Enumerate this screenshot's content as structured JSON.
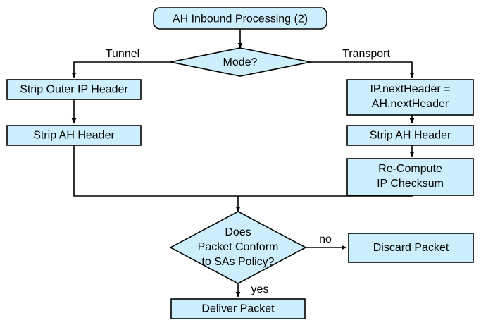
{
  "diagram": {
    "title": "AH Inbound Processing (2)",
    "palette": {
      "node_fill": "#cdeefd",
      "node_stroke": "#000000",
      "background": "#ffffff",
      "text": "#000000"
    },
    "nodes": {
      "start": {
        "label": "AH Inbound Processing (2)",
        "shape": "rounded-rectangle"
      },
      "mode_decision": {
        "label": "Mode?",
        "shape": "diamond"
      },
      "strip_outer_ip_header": {
        "label": "Strip Outer IP Header",
        "shape": "rectangle"
      },
      "strip_ah_header_tunnel": {
        "label": "Strip AH Header",
        "shape": "rectangle"
      },
      "ip_next_header": {
        "line1": "IP.nextHeader =",
        "line2": "AH.nextHeader",
        "shape": "rectangle"
      },
      "strip_ah_header_transport": {
        "label": "Strip AH Header",
        "shape": "rectangle"
      },
      "recompute_checksum": {
        "line1": "Re-Compute",
        "line2": "IP Checksum",
        "shape": "rectangle"
      },
      "conform_decision": {
        "line1": "Does",
        "line2": "Packet Conform",
        "line3": "to SAs Policy?",
        "shape": "diamond"
      },
      "discard_packet": {
        "label": "Discard Packet",
        "shape": "rectangle"
      },
      "deliver_packet": {
        "label": "Deliver Packet",
        "shape": "rectangle"
      }
    },
    "edge_labels": {
      "tunnel": "Tunnel",
      "transport": "Transport",
      "no": "no",
      "yes": "yes"
    }
  }
}
